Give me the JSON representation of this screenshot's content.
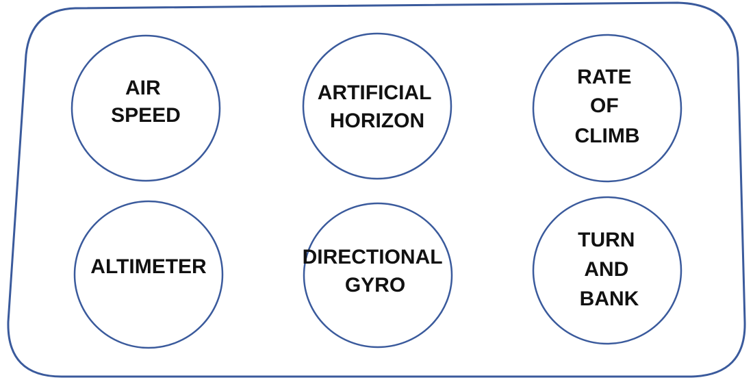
{
  "colors": {
    "outline": "#3a5a9c",
    "text": "#111111",
    "background": "#ffffff"
  },
  "instruments": [
    {
      "lines": [
        "AIR",
        "SPEED"
      ]
    },
    {
      "lines": [
        "ARTIFICIAL",
        "HORIZON"
      ]
    },
    {
      "lines": [
        "RATE",
        "OF",
        "CLIMB"
      ]
    },
    {
      "lines": [
        "ALTIMETER"
      ]
    },
    {
      "lines": [
        "DIRECTIONAL",
        "GYRO"
      ]
    },
    {
      "lines": [
        "TURN",
        "AND",
        "BANK"
      ]
    }
  ]
}
